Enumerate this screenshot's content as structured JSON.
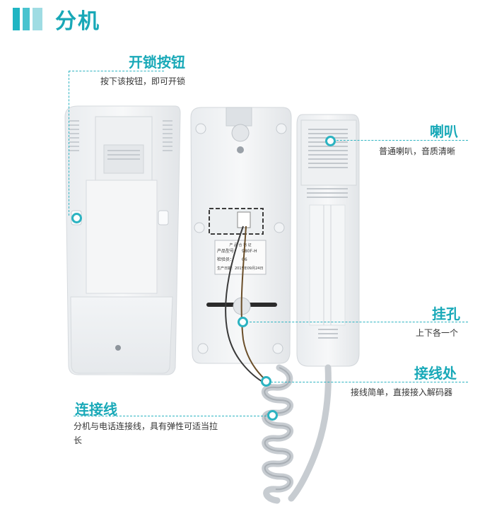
{
  "header": {
    "title": "分机"
  },
  "accent_color": "#19a9b8",
  "callouts": {
    "unlock": {
      "title": "开锁按钮",
      "desc": "按下该按钮，即可开锁"
    },
    "speaker": {
      "title": "喇叭",
      "desc": "普通喇叭，音质清晰"
    },
    "hang_hole": {
      "title": "挂孔",
      "desc": "上下各一个"
    },
    "wiring": {
      "title": "接线处",
      "desc": "接线简单，直接接入解码器"
    },
    "cable": {
      "title": "连接线",
      "desc": "分机与电话连接线，具有弹性可适当拉长"
    }
  },
  "label_sticker": {
    "line1": "产 品 合 格 证",
    "line2_label": "产品型号：",
    "line2_value": "980F-H",
    "line3_label": "检验员：",
    "line3_value": "06",
    "line4": "生产日期：2015年09月24日"
  }
}
